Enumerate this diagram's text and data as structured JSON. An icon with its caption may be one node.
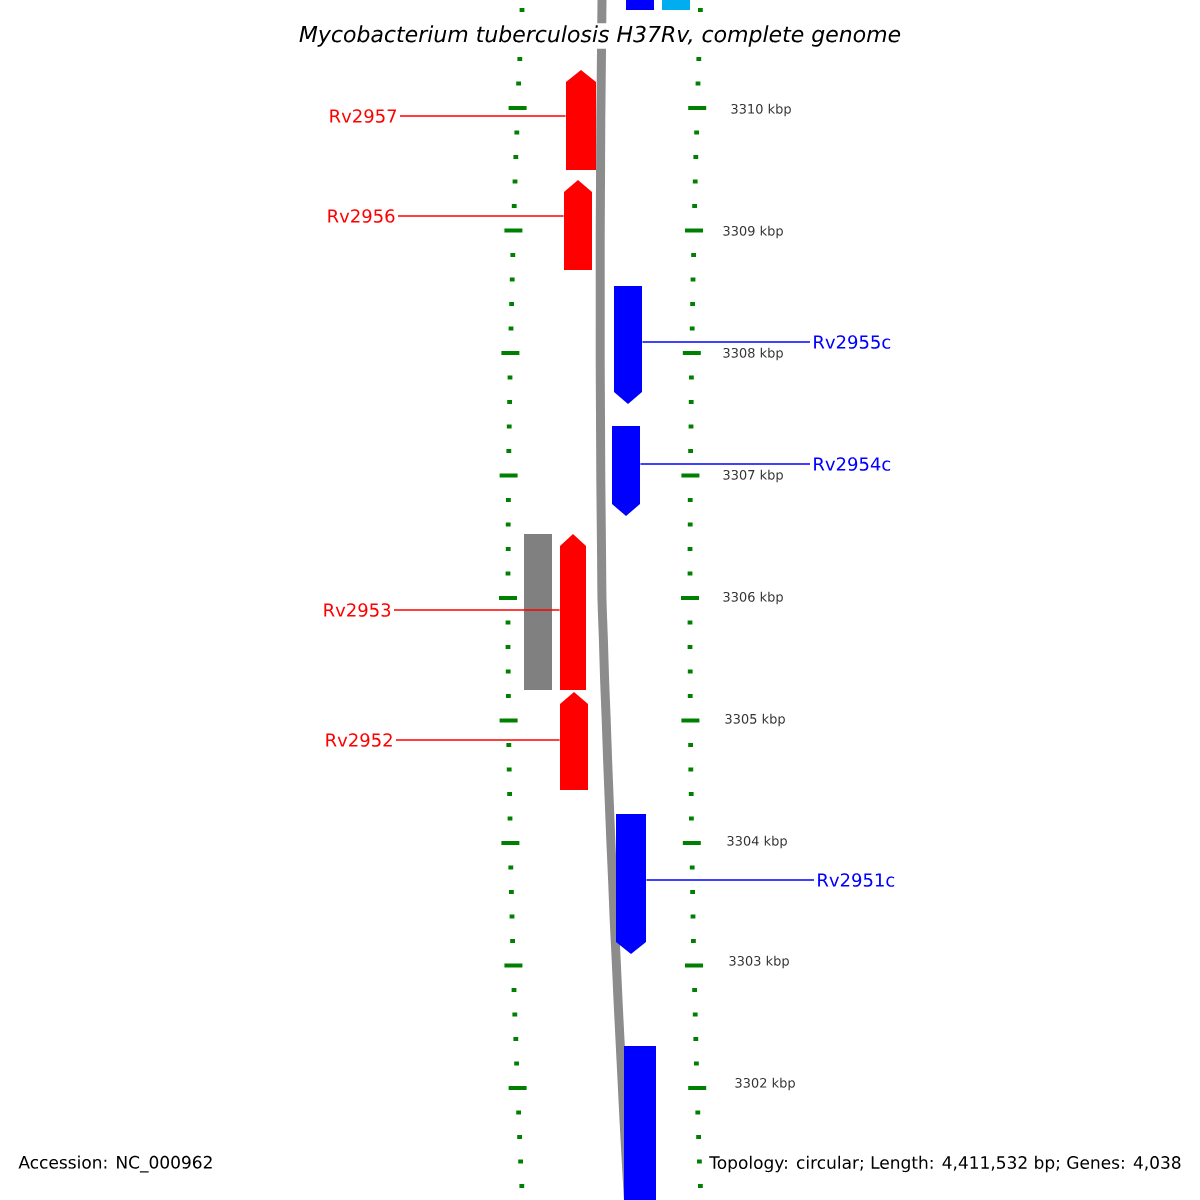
{
  "diagram": {
    "title": "Mycobacterium tuberculosis H37Rv, complete genome",
    "nodes": [
      {
        "text": [],
        "shape": "arrow"
      },
      {
        "text": [],
        "shape": "arrow"
      },
      {
        "text": [
          "Rv2957"
        ]
      },
      {
        "text": [],
        "shape": "arrow"
      },
      {
        "text": [
          "Rv2956"
        ]
      },
      {
        "text": [],
        "shape": "arrow"
      },
      {
        "text": [],
        "shape": "arrow"
      },
      {
        "text": [
          "Rv2955c"
        ]
      },
      {
        "text": [],
        "shape": "arrow"
      },
      {
        "text": [
          "Rv2954c"
        ]
      },
      {
        "text": [],
        "shape": "box"
      },
      {
        "text": [
          "Rv2953"
        ]
      },
      {
        "text": [],
        "shape": "arrow"
      },
      {
        "text": [
          "Rv2952"
        ]
      },
      {
        "text": [],
        "shape": "arrow"
      },
      {
        "text": [],
        "shape": "arrow"
      },
      {
        "text": [
          "Rv2951c"
        ]
      },
      {
        "text": [],
        "shape": "arrow"
      }
    ],
    "edges": [
      {
        "from": 2,
        "to": 3,
        "arrow": "none"
      },
      {
        "from": 4,
        "to": 5,
        "arrow": "none"
      },
      {
        "from": 7,
        "to": 6,
        "arrow": "none",
        "color": "#0000ff"
      },
      {
        "from": 9,
        "to": 8,
        "arrow": "none",
        "color": "#0000ff"
      },
      {
        "from": 11,
        "to": 12,
        "arrow": "none"
      },
      {
        "from": 13,
        "to": 14,
        "arrow": "none"
      },
      {
        "from": 16,
        "to": 15,
        "arrow": "none",
        "color": "#0000ff"
      }
    ],
    "labels": [
      "3310 kbp",
      "3309 kbp",
      "3308 kbp",
      "3307 kbp",
      "3306 kbp",
      "3305 kbp",
      "3304 kbp",
      "3303 kbp",
      "3302 kbp",
      "Accession: NC_000962",
      "Topology: circular; Length: 4,411,532 bp; Genes: 4,038"
    ]
  }
}
